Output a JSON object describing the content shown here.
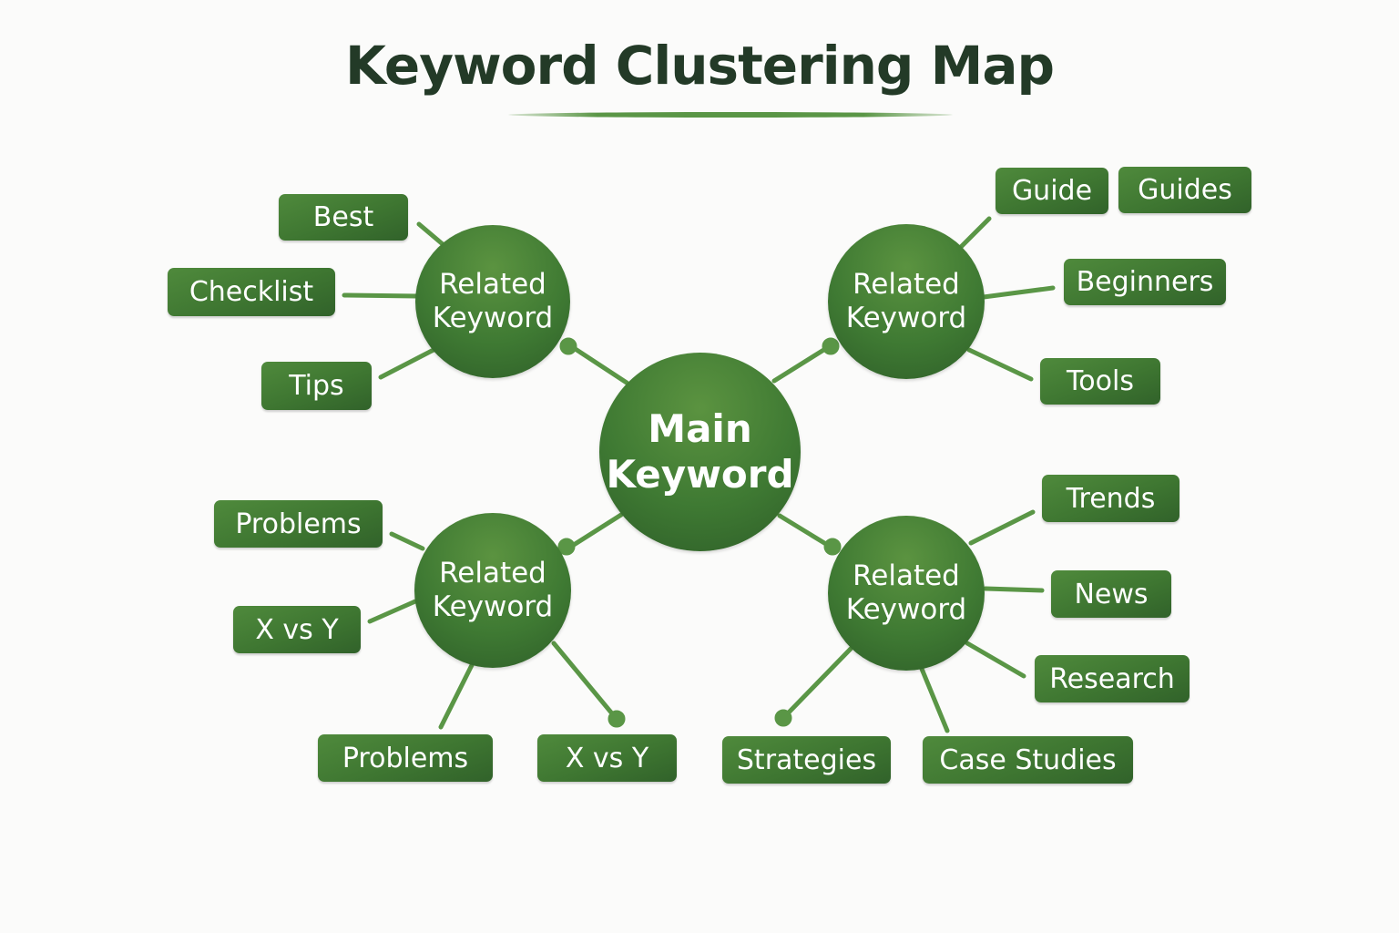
{
  "title": "Keyword Clustering Map",
  "colors": {
    "node_green": "#3f7a33",
    "link_green": "#5a9646",
    "title_color": "#233a27",
    "background": "#fbfbfa"
  },
  "main_node": {
    "line1": "Main",
    "line2": "Keyword"
  },
  "clusters": [
    {
      "id": "top-left",
      "line1": "Related",
      "line2": "Keyword",
      "keywords": [
        "Best",
        "Checklist",
        "Tips"
      ]
    },
    {
      "id": "top-right",
      "line1": "Related",
      "line2": "Keyword",
      "keywords": [
        "Guide",
        "Guides",
        "Beginners",
        "Tools"
      ]
    },
    {
      "id": "bottom-left",
      "line1": "Related",
      "line2": "Keyword",
      "keywords": [
        "Problems",
        "X vs Y",
        "Problems",
        "X vs Y"
      ]
    },
    {
      "id": "bottom-right",
      "line1": "Related",
      "line2": "Keyword",
      "keywords": [
        "Trends",
        "News",
        "Research",
        "Strategies",
        "Case Studies"
      ]
    }
  ]
}
